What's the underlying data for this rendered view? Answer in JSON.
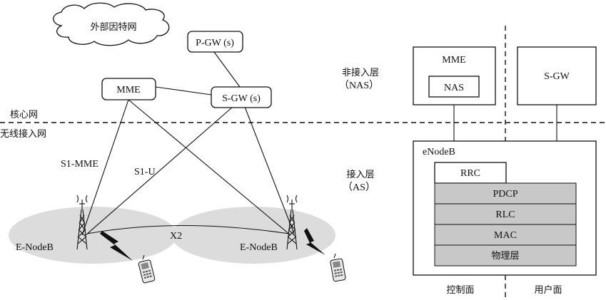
{
  "left": {
    "internet": "外部因特网",
    "pgw": "P-GW (s)",
    "mme": "MME",
    "sgw": "S-GW (s)",
    "core_net": "核心网",
    "radio_net": "无线接入网",
    "s1_mme": "S1-MME",
    "s1_u": "S1-U",
    "x2": "X2",
    "enodeb_left": "E-NodeB",
    "enodeb_right": "E-NodeB"
  },
  "middle": {
    "nas_title": "非接入层",
    "nas_abbr": "（NAS）",
    "as_title": "接入层",
    "as_abbr": "（AS）"
  },
  "right": {
    "mme": "MME",
    "nas": "NAS",
    "sgw": "S-GW",
    "enodeb": "eNodeB",
    "rrc": "RRC",
    "stack": [
      "PDCP",
      "RLC",
      "MAC",
      "物理层"
    ],
    "control_plane": "控制面",
    "user_plane": "用户面"
  }
}
